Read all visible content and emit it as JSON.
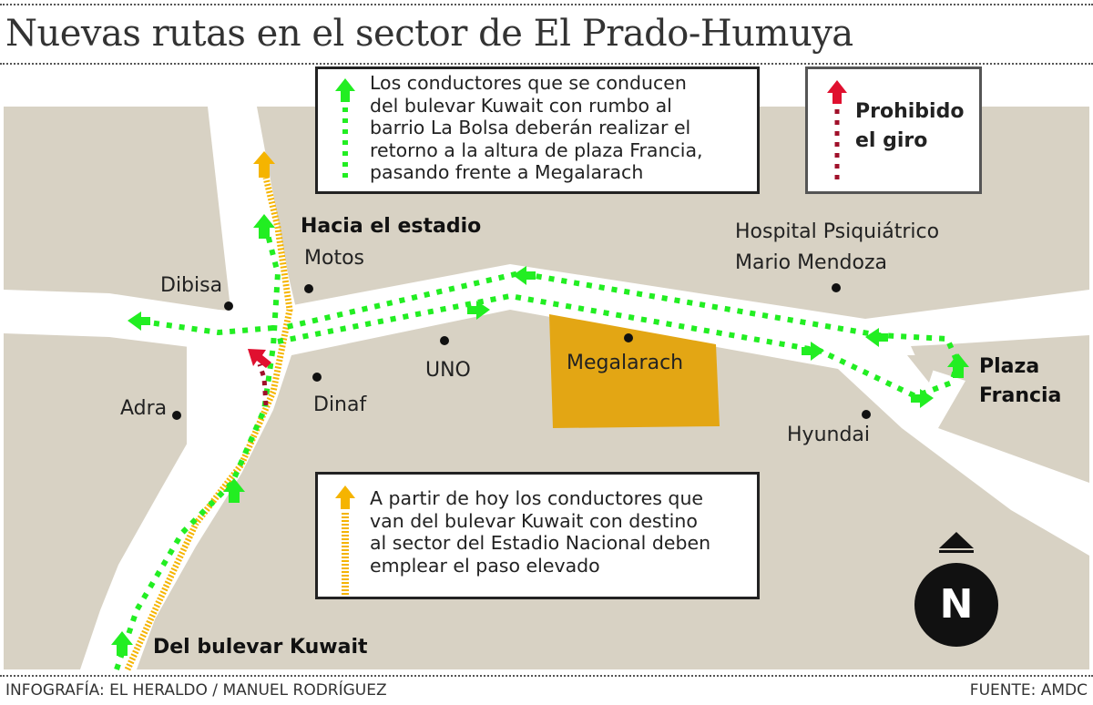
{
  "header": {
    "title": "Nuevas rutas en el sector de El Prado-Humuya"
  },
  "legend": {
    "green_route": {
      "icon": "green-dotted-arrow-icon",
      "color": "#22ee22",
      "lines": [
        "Los conductores que se conducen",
        "del bulevar Kuwait con rumbo al",
        "barrio La Bolsa deberán realizar el",
        "retorno a la altura de plaza Francia,",
        "pasando frente a Megalarach"
      ]
    },
    "prohibited": {
      "icon": "red-dotted-arrow-icon",
      "color": "#d0103a",
      "lines": [
        "Prohibido",
        "el giro"
      ]
    },
    "orange_route": {
      "icon": "orange-striped-arrow-icon",
      "color": "#f5b400",
      "lines": [
        "A partir de hoy los conductores que",
        "van del bulevar Kuwait con destino",
        "al sector del Estadio Nacional deben",
        "emplear el paso elevado"
      ]
    }
  },
  "map": {
    "colors": {
      "land": "#d8d2c4",
      "road": "#ffffff",
      "megalarach": "#e3a614",
      "green": "#22ee22",
      "orange": "#f5b400",
      "red": "#e0102f"
    },
    "road_labels": {
      "stadium": "Hacia el estadio",
      "kuwait": "Del bulevar Kuwait",
      "plaza_line1": "Plaza",
      "plaza_line2": "Francia"
    },
    "places": {
      "motos": "Motos",
      "dibisa": "Dibisa",
      "adra": "Adra",
      "dinaf": "Dinaf",
      "uno": "UNO",
      "megalarach": "Megalarach",
      "hospital_line1": "Hospital Psiquiátrico",
      "hospital_line2": "Mario Mendoza",
      "hyundai": "Hyundai"
    },
    "compass": "N"
  },
  "footer": {
    "credit": "INFOGRAFÍA: EL HERALDO / MANUEL RODRÍGUEZ",
    "source": "FUENTE: AMDC"
  }
}
